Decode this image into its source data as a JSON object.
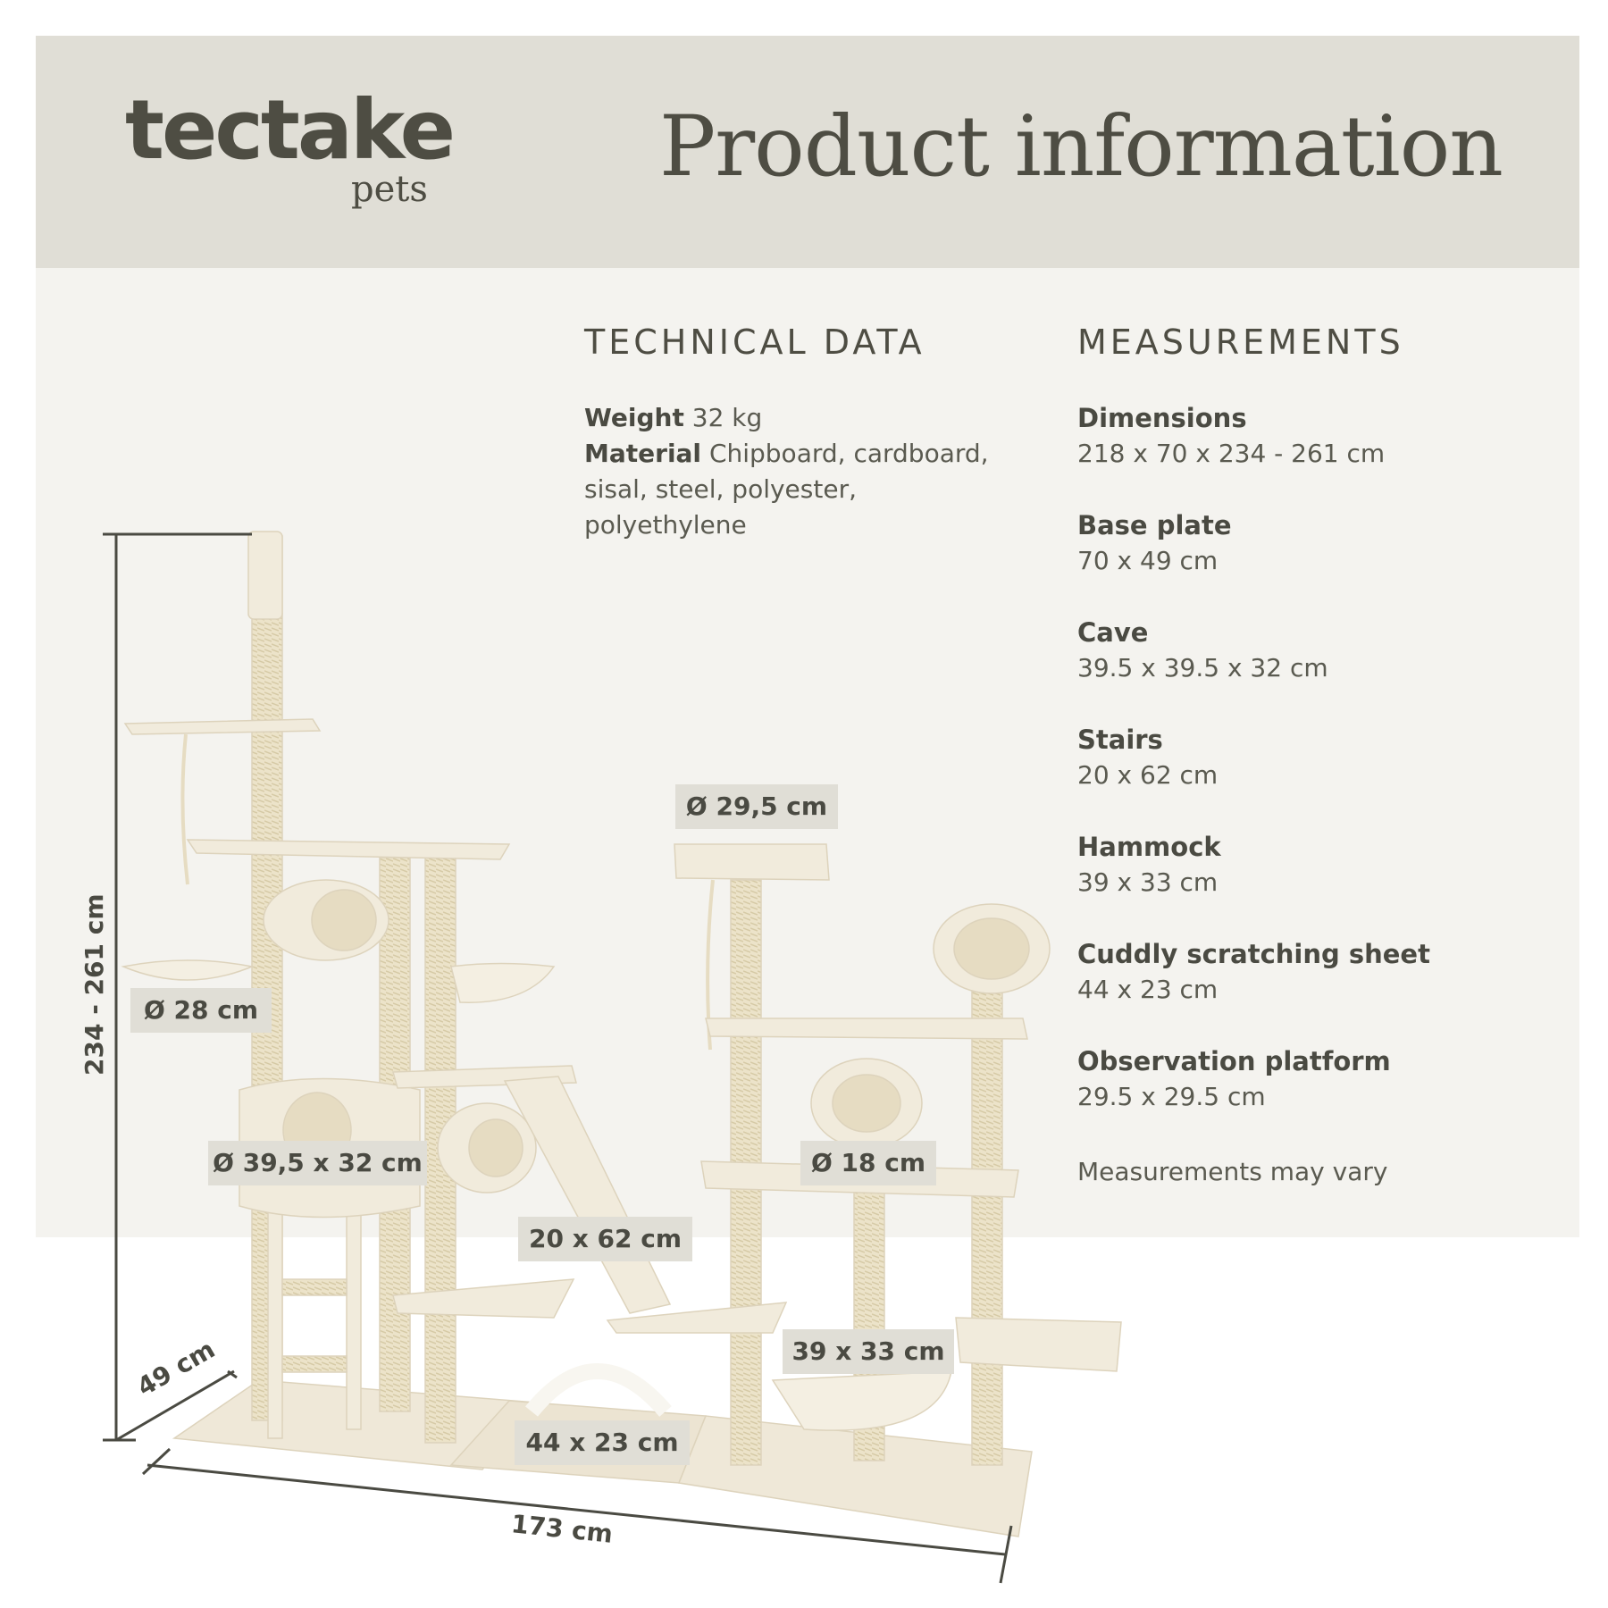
{
  "brand": {
    "name": "tectake",
    "sub": "pets"
  },
  "title": "Product information",
  "technical": {
    "heading": "TECHNICAL DATA",
    "weight_label": "Weight",
    "weight_value": "32 kg",
    "material_label": "Material",
    "material_line1": "Chipboard, cardboard,",
    "material_line2": "sisal, steel, polyester,",
    "material_line3": "polyethylene"
  },
  "measurements": {
    "heading": "MEASUREMENTS",
    "items": [
      {
        "label": "Dimensions",
        "value": "218 x 70 x 234 - 261 cm"
      },
      {
        "label": "Base plate",
        "value": "70 x 49 cm"
      },
      {
        "label": "Cave",
        "value": "39.5 x 39.5 x 32 cm"
      },
      {
        "label": "Stairs",
        "value": "20 x 62 cm"
      },
      {
        "label": "Hammock",
        "value": "39 x 33 cm"
      },
      {
        "label": "Cuddly scratching sheet",
        "value": "44 x 23 cm"
      },
      {
        "label": "Observation platform",
        "value": "29.5 x 29.5 cm"
      }
    ],
    "note": "Measurements may vary"
  },
  "callouts": {
    "platform": "Ø 29,5 cm",
    "bed": "Ø 28 cm",
    "cave": "Ø 39,5 x 32 cm",
    "tunnel": "Ø 18 cm",
    "stairs": "20 x 62 cm",
    "hammock": "39 x 33 cm",
    "sheet": "44 x 23 cm"
  },
  "dimensions": {
    "height": "234 - 261 cm",
    "depth": "49 cm",
    "width": "173 cm"
  },
  "colors": {
    "header_bg": "#e0ded6",
    "panel_bg": "#f4f3ef",
    "text": "#4a4a42",
    "plush": "#f1ebdc"
  }
}
